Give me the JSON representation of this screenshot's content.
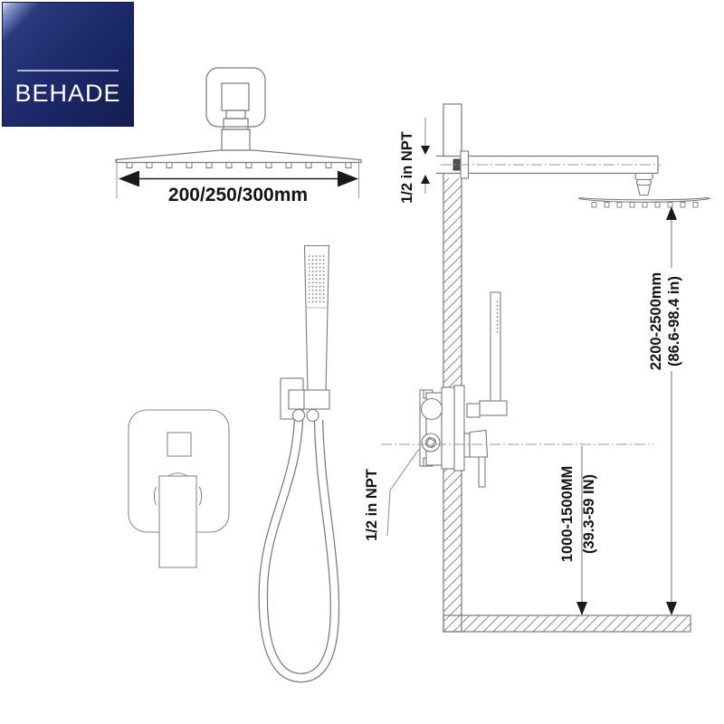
{
  "logo": {
    "text": "BEHADE"
  },
  "front_view": {
    "head_dimension_label": "200/250/300mm"
  },
  "side_view": {
    "arm_thread_label": "1/2 in NPT",
    "valve_thread_label": "1/2 in NPT",
    "head_height_label_mm": "2200-2500mm",
    "head_height_label_in": "(86.6-98.4 in)",
    "valve_height_label_mm": "1000-1500MM",
    "valve_height_label_in": "(39.3-59 IN)"
  },
  "colors": {
    "logo_navy": "#1c2a6b",
    "line_gray": "#7a7a7a",
    "text_dark": "#141414",
    "arrow_black": "#1a1a1a",
    "fitting_dark": "#4f4f4f"
  }
}
